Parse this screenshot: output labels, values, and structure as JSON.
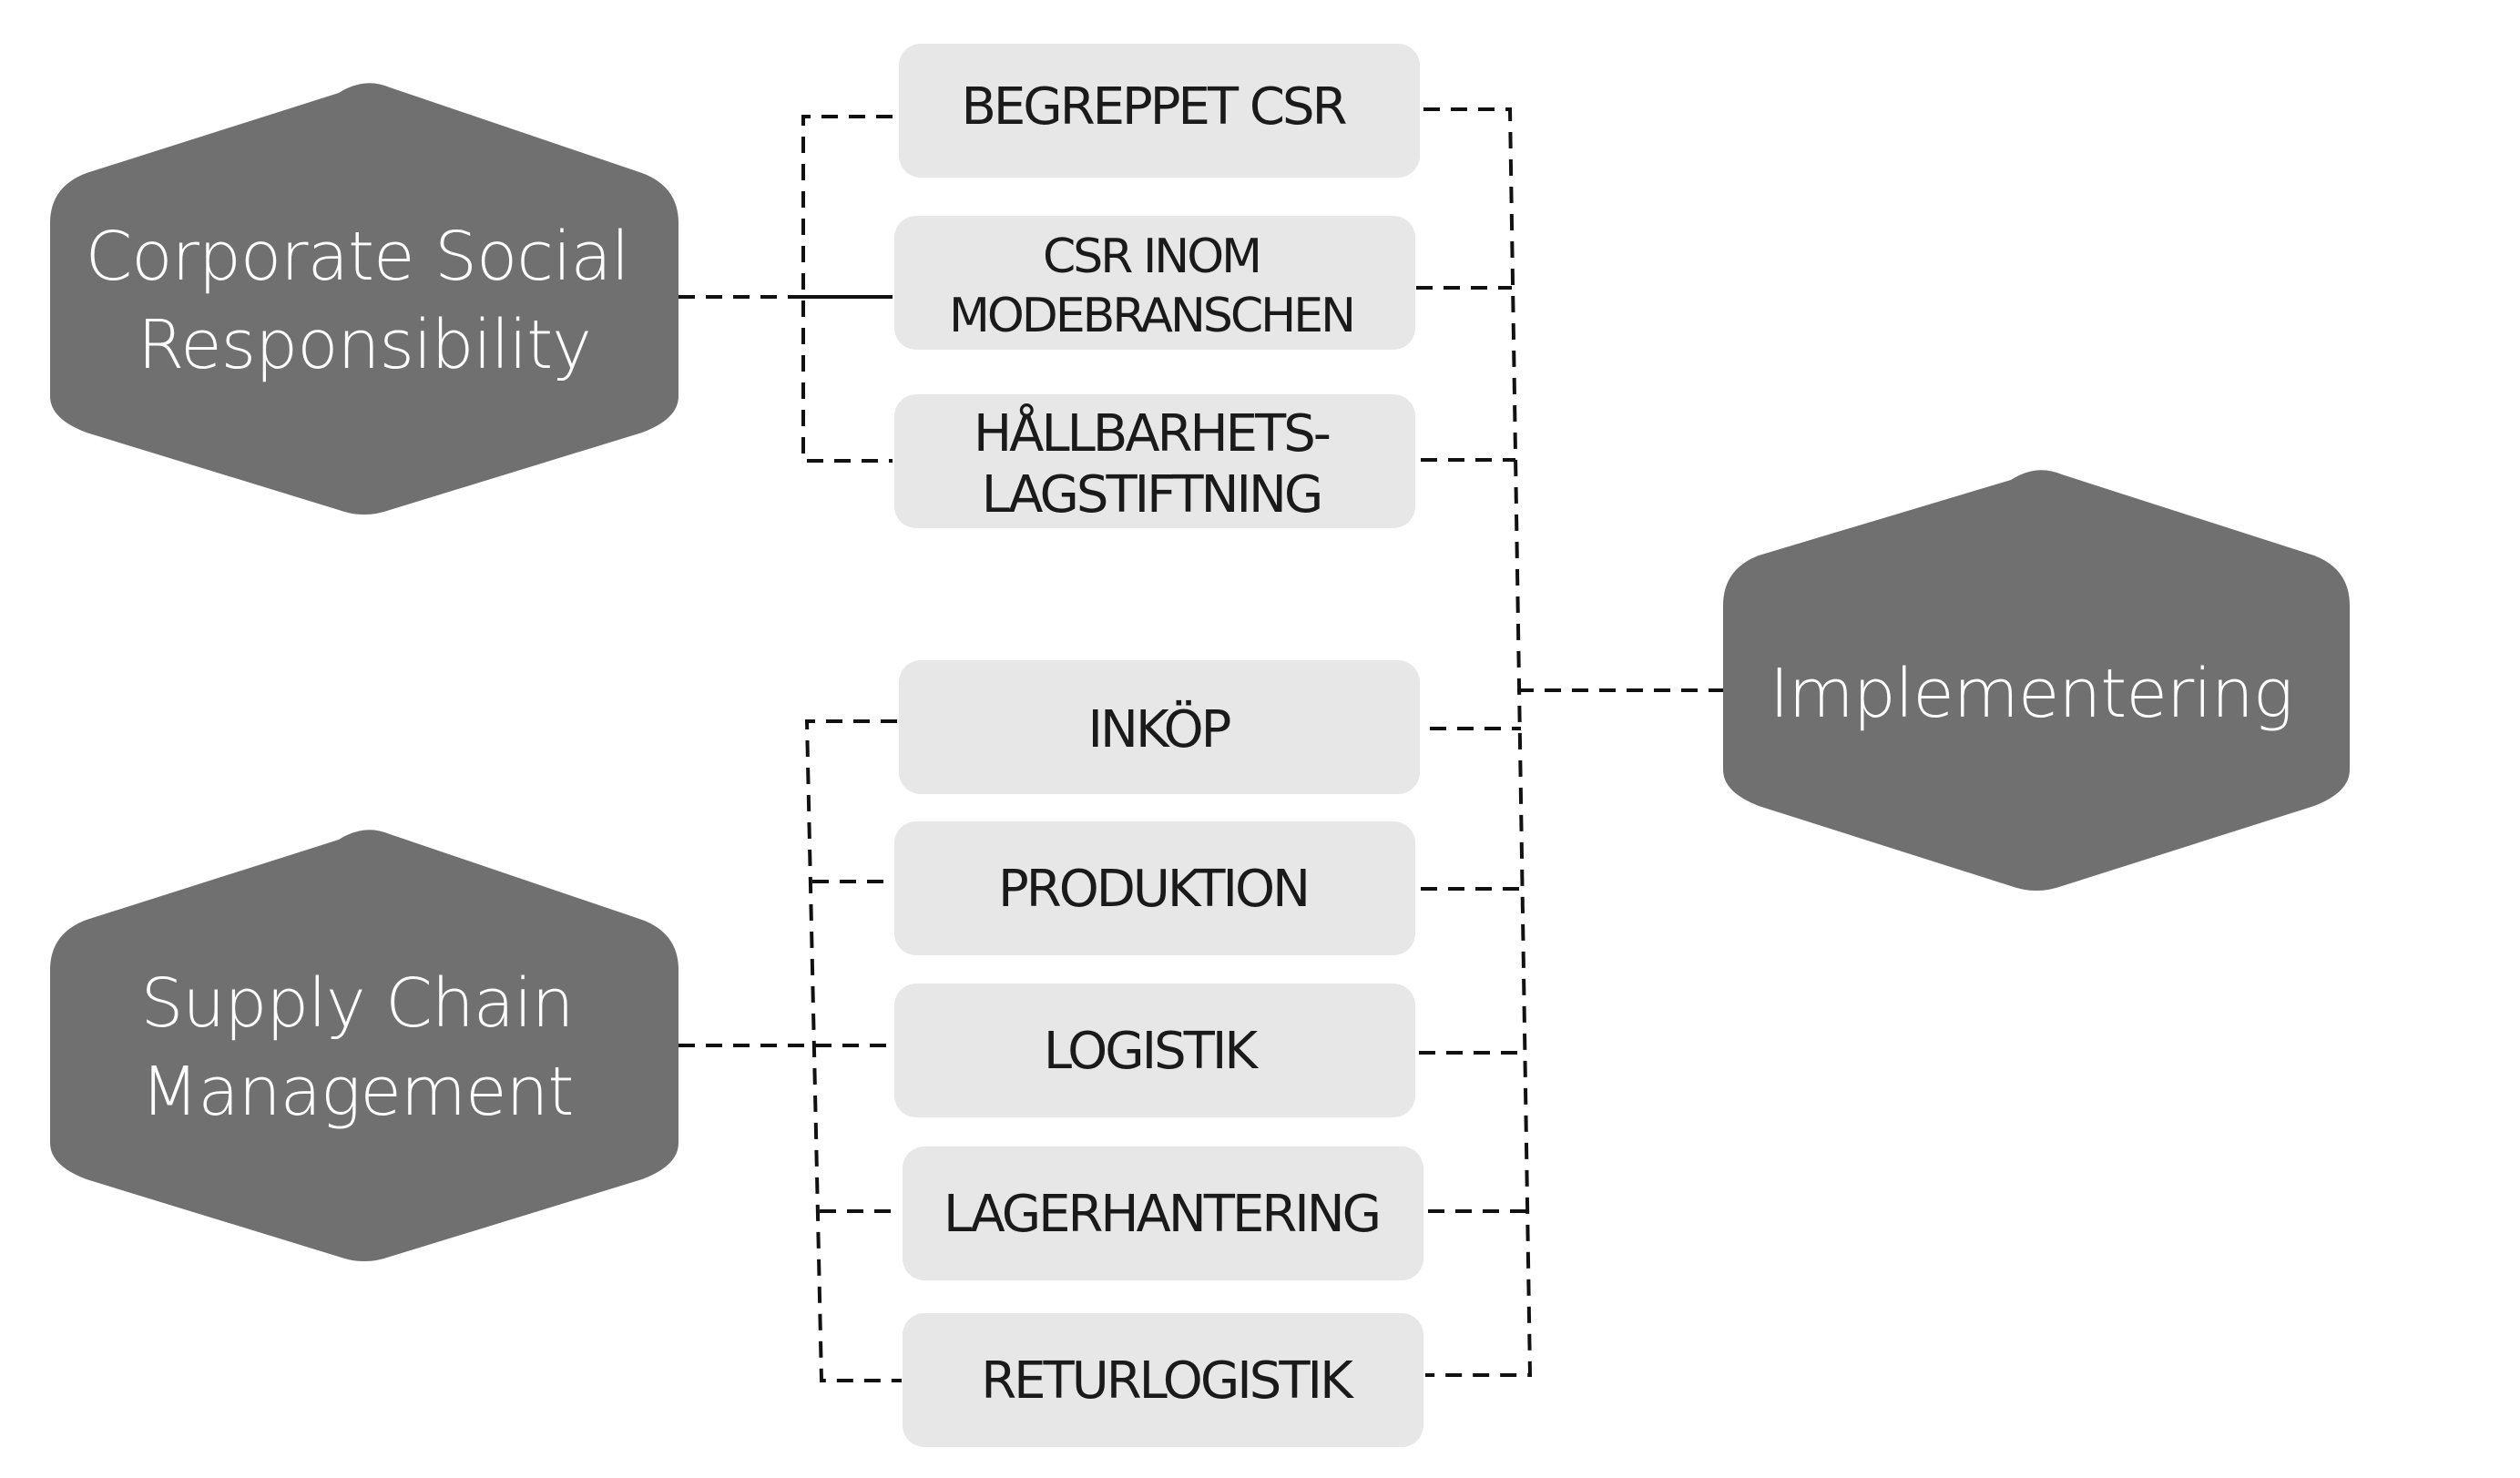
{
  "hubs": {
    "csr": {
      "line1": "Corporate Social",
      "line2": "Responsibility"
    },
    "scm": {
      "line1": "Supply Chain",
      "line2": "Management"
    },
    "implementation": {
      "label": "Implementering"
    }
  },
  "csr_topics": [
    {
      "line1": "BEGREPPET CSR"
    },
    {
      "line1": "CSR INOM",
      "line2": "MODEBRANSCHEN"
    },
    {
      "line1": "HÅLLBARHETS-",
      "line2": "LAGSTIFTNING"
    }
  ],
  "scm_topics": [
    {
      "line1": "INKÖP"
    },
    {
      "line1": "PRODUKTION"
    },
    {
      "line1": "LOGISTIK"
    },
    {
      "line1": "LAGERHANTERING"
    },
    {
      "line1": "RETURLOGISTIK"
    }
  ],
  "colors": {
    "hub_fill": "#707070",
    "box_fill": "#e7e7e7",
    "connector": "#111111"
  }
}
